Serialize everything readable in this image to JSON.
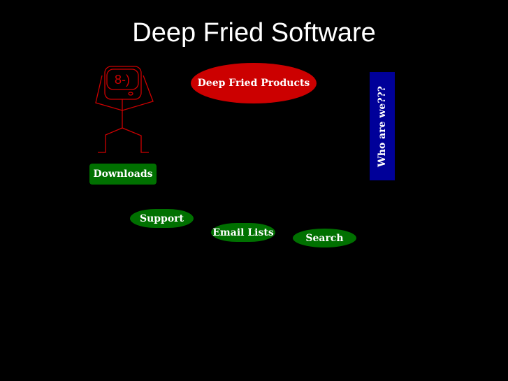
{
  "header": {
    "title": "Deep Fried Software"
  },
  "logo": {
    "face_text": "8-)"
  },
  "nav": {
    "products": "Deep Fried Products",
    "who": "Who are we???",
    "downloads": "Downloads",
    "support": "Support",
    "email_lists": "Email Lists",
    "search": "Search"
  },
  "colors": {
    "background": "#000000",
    "figure": "#cc0000",
    "products": "#cc0000",
    "who": "#000099",
    "green": "#007000"
  }
}
